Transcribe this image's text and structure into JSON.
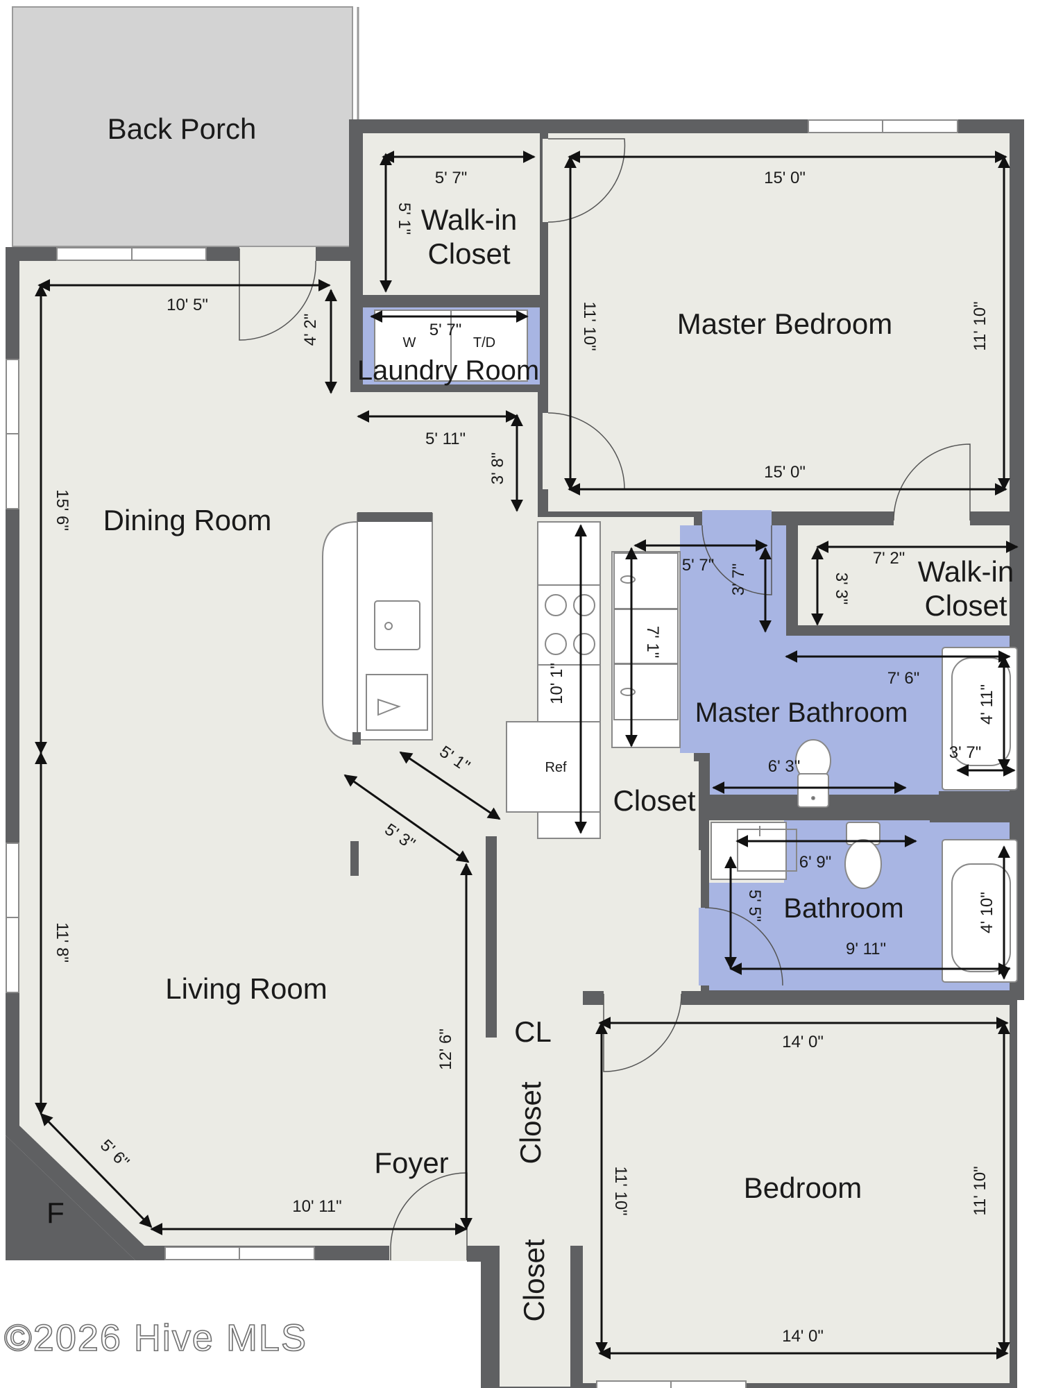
{
  "colors": {
    "wall": "#5f6062",
    "floor": "#ebebe5",
    "porch": "#d3d3d3",
    "wet_room": "#a8b5e3",
    "fixture": "#ffffff",
    "line": "#111111"
  },
  "rooms": {
    "back_porch": "Back Porch",
    "walk_in_closet_1_line1": "Walk-in",
    "walk_in_closet_1_line2": "Closet",
    "laundry_room": "Laundry Room",
    "master_bedroom": "Master Bedroom",
    "dining_room": "Dining Room",
    "walk_in_closet_2_line1": "Walk-in",
    "walk_in_closet_2_line2": "Closet",
    "master_bathroom": "Master Bathroom",
    "closet_hall": "Closet",
    "bathroom": "Bathroom",
    "living_room": "Living Room",
    "cl": "CL",
    "closet_a": "Closet",
    "closet_b": "Closet",
    "foyer": "Foyer",
    "bedroom": "Bedroom"
  },
  "fixtures": {
    "washer": "W",
    "dryer": "T/D",
    "refrigerator": "Ref",
    "fireplace": "F"
  },
  "dimensions": {
    "walkin1_width": "5' 7\"",
    "walkin1_depth": "5' 1\"",
    "laundry_width": "5' 7\"",
    "master_top": "15' 0\"",
    "master_bottom": "15' 0\"",
    "master_left": "11' 10\"",
    "master_right": "11' 10\"",
    "dining_top": "10' 5\"",
    "porch_door": "4' 2\"",
    "dining_left": "15' 6\"",
    "hall_width": "5' 11\"",
    "hall_depth": "3' 8\"",
    "kitchen_length": "10' 1\"",
    "counter_diag": "5' 1\"",
    "kitchen_diag": "5' 3\"",
    "vanity_width": "5' 7\"",
    "vanity_length": "7' 1\"",
    "master_bath_entry": "3' 7\"",
    "walkin2_width": "7' 2\"",
    "walkin2_depth": "3' 3\"",
    "master_bath_width": "7' 6\"",
    "master_tub": "4' 11\"",
    "master_tub_width": "3' 7\"",
    "master_bath_mid": "6' 3\"",
    "bath_top": "6' 9\"",
    "bath_depth": "5' 5\"",
    "bath_width": "9' 11\"",
    "bath_tub": "4' 10\"",
    "living_left": "11' 8\"",
    "living_diag": "5' 6\"",
    "living_bottom": "10' 11\"",
    "foyer_depth": "12' 6\"",
    "bedroom_top": "14' 0\"",
    "bedroom_bottom": "14' 0\"",
    "bedroom_left": "11' 10\"",
    "bedroom_right": "11' 10\""
  },
  "watermark": "©2026 Hive MLS"
}
